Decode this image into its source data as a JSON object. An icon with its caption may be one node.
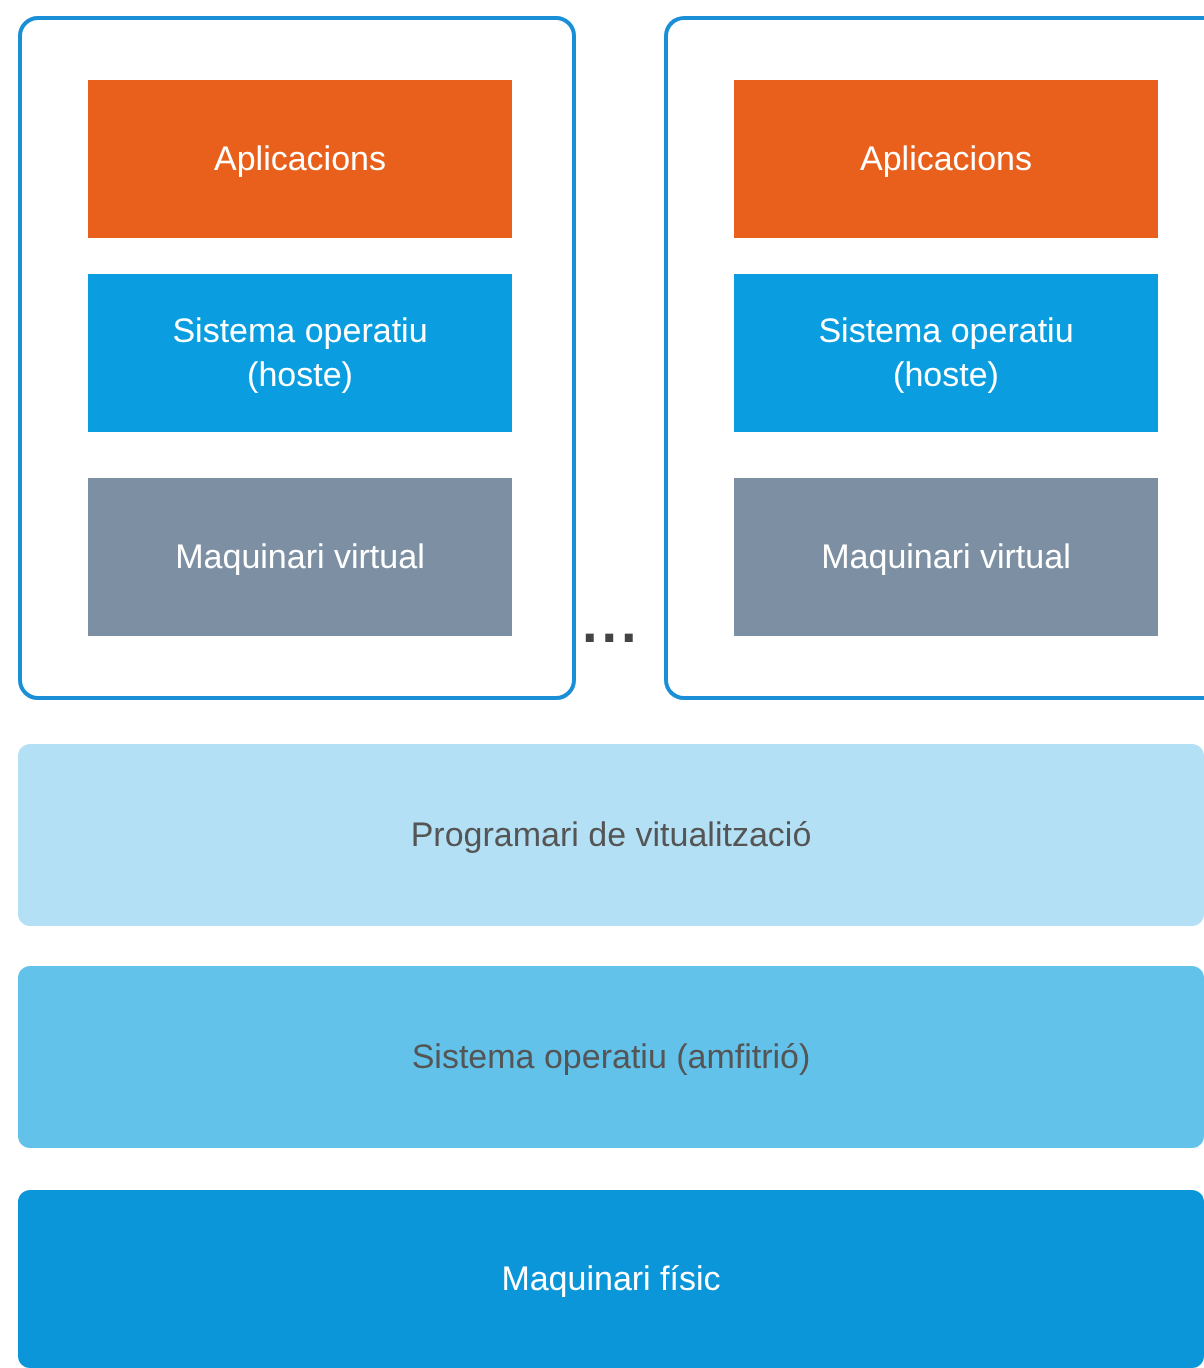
{
  "diagram": {
    "nodes": [
      {
        "text": [],
        "shape": "box"
      },
      {
        "text": [
          "Aplicacions"
        ],
        "in": 0
      },
      {
        "text": [
          "Sistema operatiu (hoste)"
        ],
        "in": 0
      },
      {
        "text": [
          "Maquinari virtual"
        ],
        "in": 0
      },
      {
        "text": [],
        "shape": "box"
      },
      {
        "text": [
          "Aplicacions"
        ],
        "in": 4
      },
      {
        "text": [
          "Sistema operatiu (hoste)"
        ],
        "in": 4
      },
      {
        "text": [
          "Maquinari virtual"
        ],
        "in": 4
      },
      {
        "text": [
          "Programari de vitualització"
        ]
      },
      {
        "text": [
          "Sistema operatiu (amfitrió)"
        ]
      },
      {
        "text": [
          "Maquinari físic"
        ]
      }
    ],
    "labels": [
      "..."
    ]
  }
}
